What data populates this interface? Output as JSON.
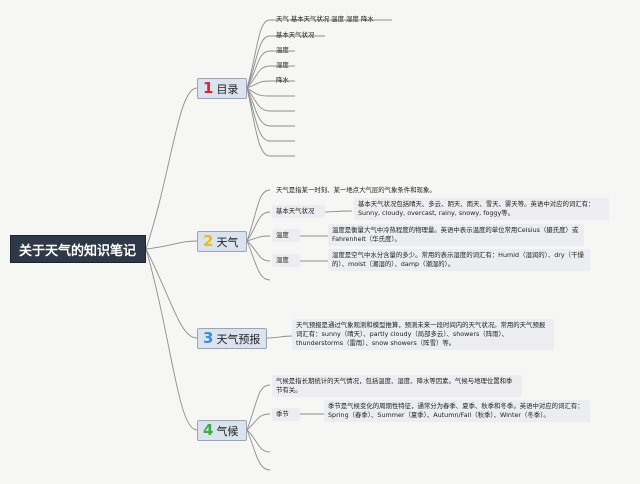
{
  "root": {
    "title": "关于天气的知识笔记"
  },
  "branches": [
    {
      "number": "1",
      "label": "目录",
      "number_color": "#d8262f",
      "leaves": [
        "天气 基本天气状况 温度 湿度 降水",
        "基本天气状况",
        "温度",
        "湿度",
        "降水"
      ]
    },
    {
      "number": "2",
      "label": "天气",
      "number_color": "#f0b81e",
      "intro": "天气是指某一时刻、某一地点大气层的气象条件和现象。",
      "subtopics": [
        {
          "label": "基本天气状况",
          "detail": "基本天气状况包括晴天、多云、阴天、雨天、雪天、雾天等。英语中对应的词汇有：Sunny, cloudy, overcast, rainy, snowy, foggy等。"
        },
        {
          "label": "温度",
          "detail": "温度是衡量大气中冷热程度的物理量。英语中表示温度的单位常用Celsius（摄氏度）或Fahrenheit（华氏度）。"
        },
        {
          "label": "湿度",
          "detail": "湿度是空气中水分含量的多少。常用的表示湿度的词汇有：Humid（湿润的）、dry（干燥的）、moist（潮湿的）、damp（潮湿的）。"
        }
      ]
    },
    {
      "number": "3",
      "label": "天气预报",
      "number_color": "#3a8fd9",
      "detail": "天气预报是通过气象观测和模型推算，预测未来一段时间内的天气状况。常用的天气预报词汇有：sunny（晴天）、partly cloudy（局部多云）、showers（阵雨）、thunderstorms（雷雨）、snow showers（阵雪）等。"
    },
    {
      "number": "4",
      "label": "气候",
      "number_color": "#3cae46",
      "intro": "气候是指长期统计的天气情况，包括温度、湿度、降水等因素。气候与地理位置和季节有关。",
      "subtopics": [
        {
          "label": "季节",
          "detail": "季节是气候变化的周期性特征，通常分为春季、夏季、秋季和冬季。英语中对应的词汇有：Spring（春季）、Summer（夏季）、Autumn/Fall（秋季）、Winter（冬季）。"
        }
      ]
    }
  ]
}
